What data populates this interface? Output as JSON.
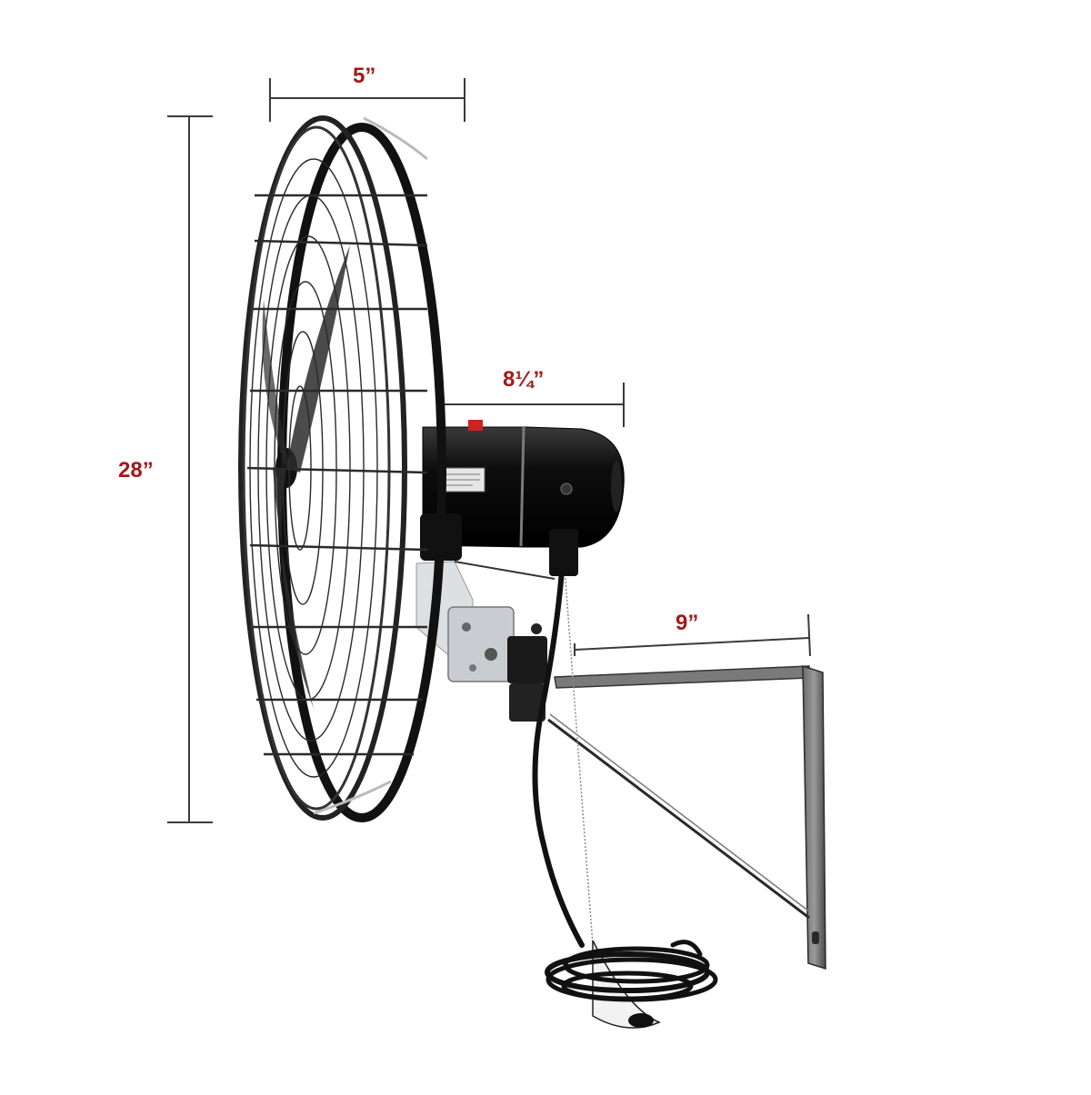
{
  "dimensions": {
    "width": "5”",
    "height": "28”",
    "head_depth": "8¼”",
    "bracket_depth": "9”"
  },
  "colors": {
    "dimension_text": "#a11a1a",
    "dimension_lines": "#3a3a3a",
    "fan_body": "#111111",
    "bracket": "#555555",
    "mount_plate": "#c9ccd1",
    "background": "#ffffff"
  }
}
